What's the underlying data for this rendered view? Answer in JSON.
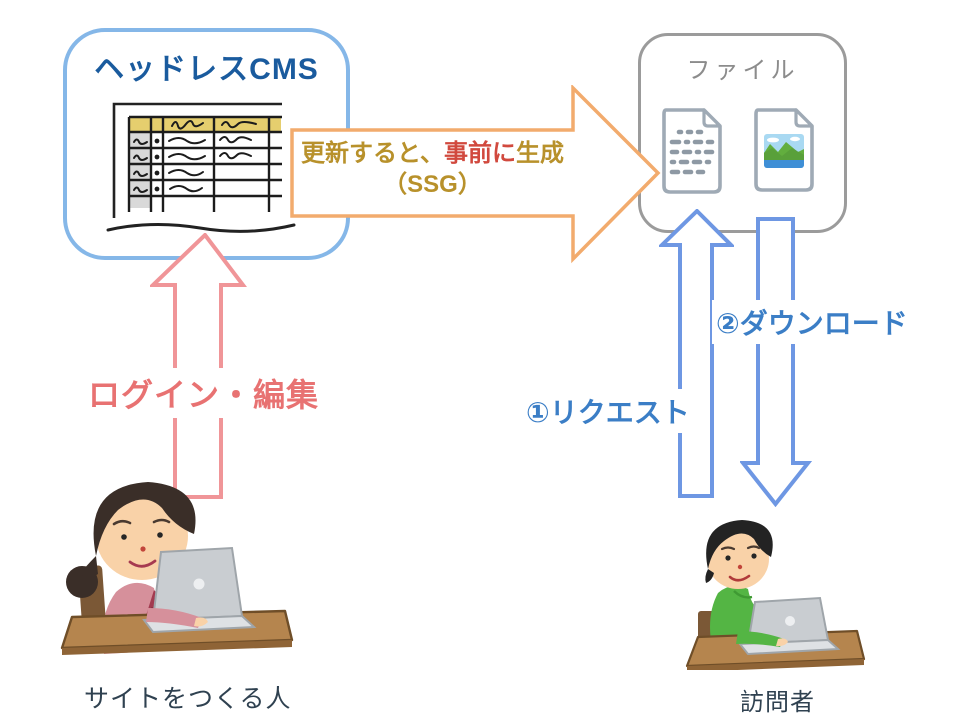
{
  "diagram": {
    "cms_box": {
      "title": "ヘッドレスCMS",
      "icon": "spreadsheet-table-icon"
    },
    "file_box": {
      "title": "ファイル",
      "icons": [
        "text-file-icon",
        "image-file-icon"
      ]
    },
    "ssg_arrow": {
      "direction": "right",
      "text_gold_1": "更新すると、",
      "text_red": "事前に",
      "text_gold_2": "生成",
      "line2": "（SSG）"
    },
    "login_arrow": {
      "direction": "up",
      "label": "ログイン・編集"
    },
    "request_arrow": {
      "direction": "up",
      "label": "①リクエスト"
    },
    "download_arrow": {
      "direction": "down",
      "label": "②ダウンロード"
    },
    "creator": {
      "caption": "サイトをつくる人",
      "illustration": "woman-at-laptop-illustration"
    },
    "visitor": {
      "caption": "訪問者",
      "illustration": "man-at-laptop-illustration"
    }
  },
  "colors": {
    "cms_border": "#85b7e8",
    "cms_title": "#1a5b9e",
    "file_border": "#9b9b9b",
    "file_title": "#8c8c8c",
    "ssg_arrow_stroke": "#f2ab6d",
    "ssg_text_gold": "#b8912b",
    "ssg_text_red": "#d1493e",
    "login_arrow_stroke": "#f09598",
    "login_text": "#e87272",
    "blue_arrow_stroke": "#6e97e3",
    "blue_label_text": "#3b7ec6",
    "caption_text": "#2f4150",
    "spreadsheet_header": "#e5ce6e",
    "desk_brown": "#b5854e"
  }
}
